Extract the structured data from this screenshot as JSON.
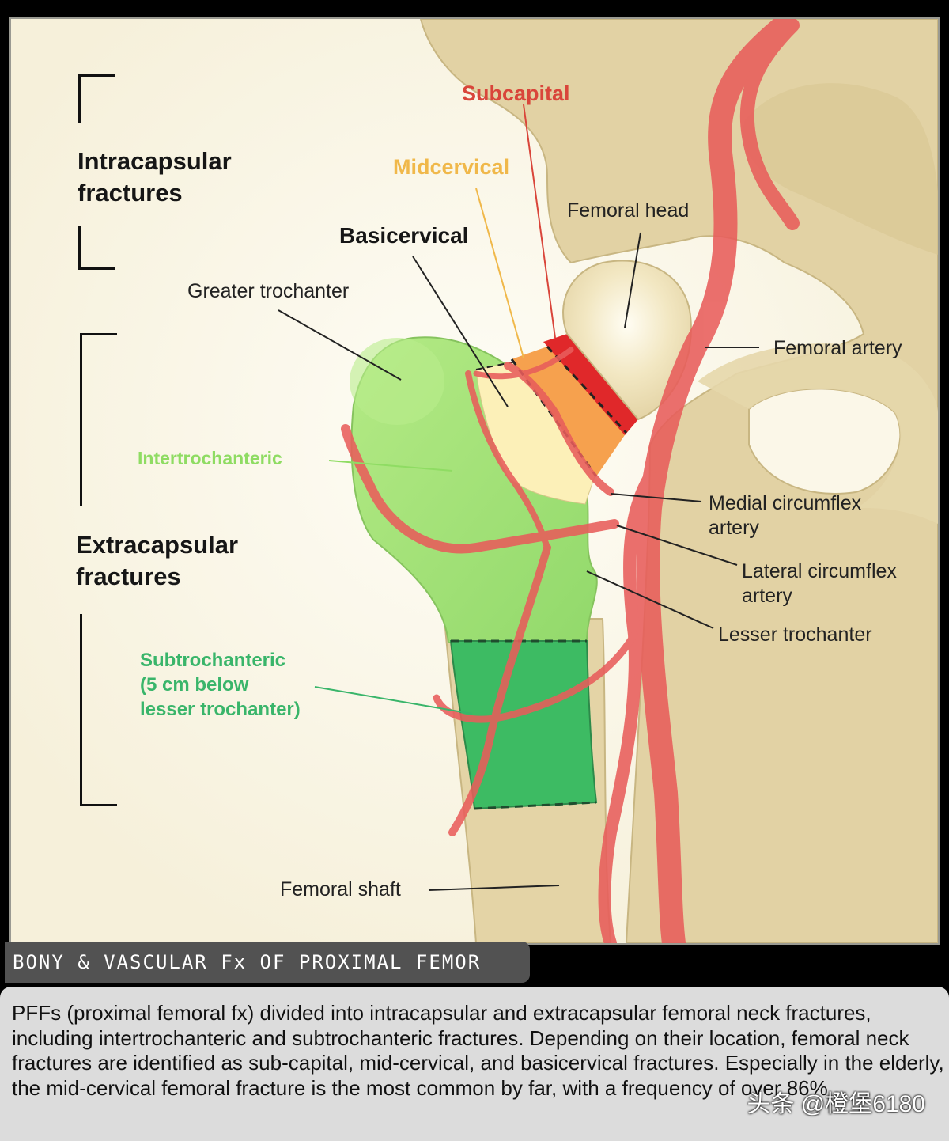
{
  "diagram": {
    "groups": {
      "intracapsular": "Intracapsular\nfractures",
      "extracapsular": "Extracapsular\nfractures"
    },
    "neck_levels": {
      "subcapital": "Subcapital",
      "midcervical": "Midcervical",
      "basicervical": "Basicervical"
    },
    "labels": {
      "femoral_head": "Femoral head",
      "greater_trochanter": "Greater trochanter",
      "femoral_artery": "Femoral artery",
      "intertrochanteric": "Intertrochanteric",
      "medial_circumflex": "Medial circumflex\nartery",
      "lateral_circumflex": "Lateral circumflex\nartery",
      "lesser_trochanter": "Lesser trochanter",
      "subtrochanteric": "Subtrochanteric\n(5 cm below\nlesser trochanter)",
      "femoral_shaft": "Femoral shaft"
    },
    "colors": {
      "bone": "#e4d4a6",
      "artery": "#e85d5b",
      "subcapital_zone": "#e0282a",
      "midcervical_zone": "#f6a14e",
      "basicervical_zone": "#fcf0b8",
      "intertrochanteric_zone": "#a6e27a",
      "subtrochanteric_zone": "#3dbb63"
    }
  },
  "caption": {
    "title": "BONY & VASCULAR Fx OF PROXIMAL FEMOR",
    "description": "PFFs (proximal femoral fx) divided into intracapsular and extracapsular femoral neck fractures, including intertrochanteric and subtrochanteric fractures. Depending on their location, femoral neck fractures are identified as sub-capital, mid-cervical, and basicervical fractures. Especially in the elderly, the mid-cervical femoral fracture is the most common by far, with a frequency of over 86%"
  },
  "watermark": "头条 @橙堡6180"
}
